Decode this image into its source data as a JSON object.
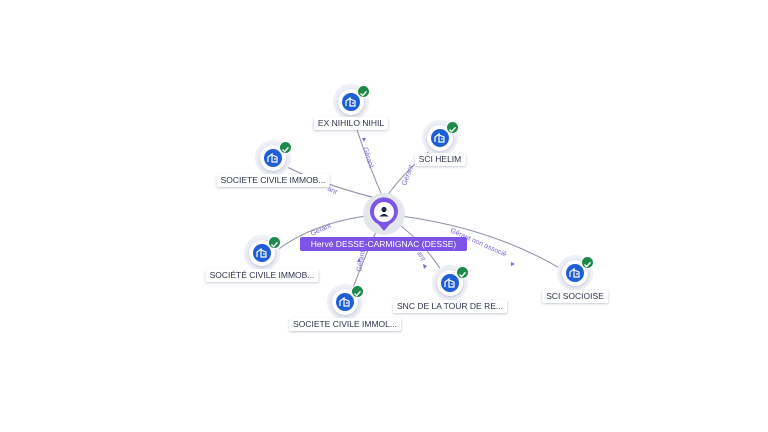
{
  "center": {
    "label": "Hervé DESSE-CARMIGNAC (DESSE)",
    "icon": "person-pin-icon",
    "color": "#7c55e8"
  },
  "nodes": [
    {
      "label": "EX NIHILO NIHIL",
      "icon": "building-icon",
      "status": "verified-check"
    },
    {
      "label": "SCI HELIM",
      "icon": "building-icon",
      "status": "verified-check"
    },
    {
      "label": "SOCIETE CIVILE IMMOB...",
      "icon": "building-icon",
      "status": "verified-check"
    },
    {
      "label": "SOCIÉTÉ CIVILE IMMOB...",
      "icon": "building-icon",
      "status": "verified-check"
    },
    {
      "label": "SOCIETE CIVILE IMMOL...",
      "icon": "building-icon",
      "status": "verified-check"
    },
    {
      "label": "SNC DE LA TOUR DE RE...",
      "icon": "building-icon",
      "status": "verified-check"
    },
    {
      "label": "SCI SOCIOISE",
      "icon": "building-icon",
      "status": "verified-check"
    }
  ],
  "edges": [
    {
      "label": "Gérant"
    },
    {
      "label": "Gérant"
    },
    {
      "label": "ant"
    },
    {
      "label": "Gérant"
    },
    {
      "label": "Gérant"
    },
    {
      "label": "ant"
    },
    {
      "label": "Gérant non associé"
    }
  ],
  "colors": {
    "node_core": "#1f5fd6",
    "check": "#1d8a4a",
    "edge_label": "#7b68d9",
    "edge": "#8a8fa8"
  }
}
